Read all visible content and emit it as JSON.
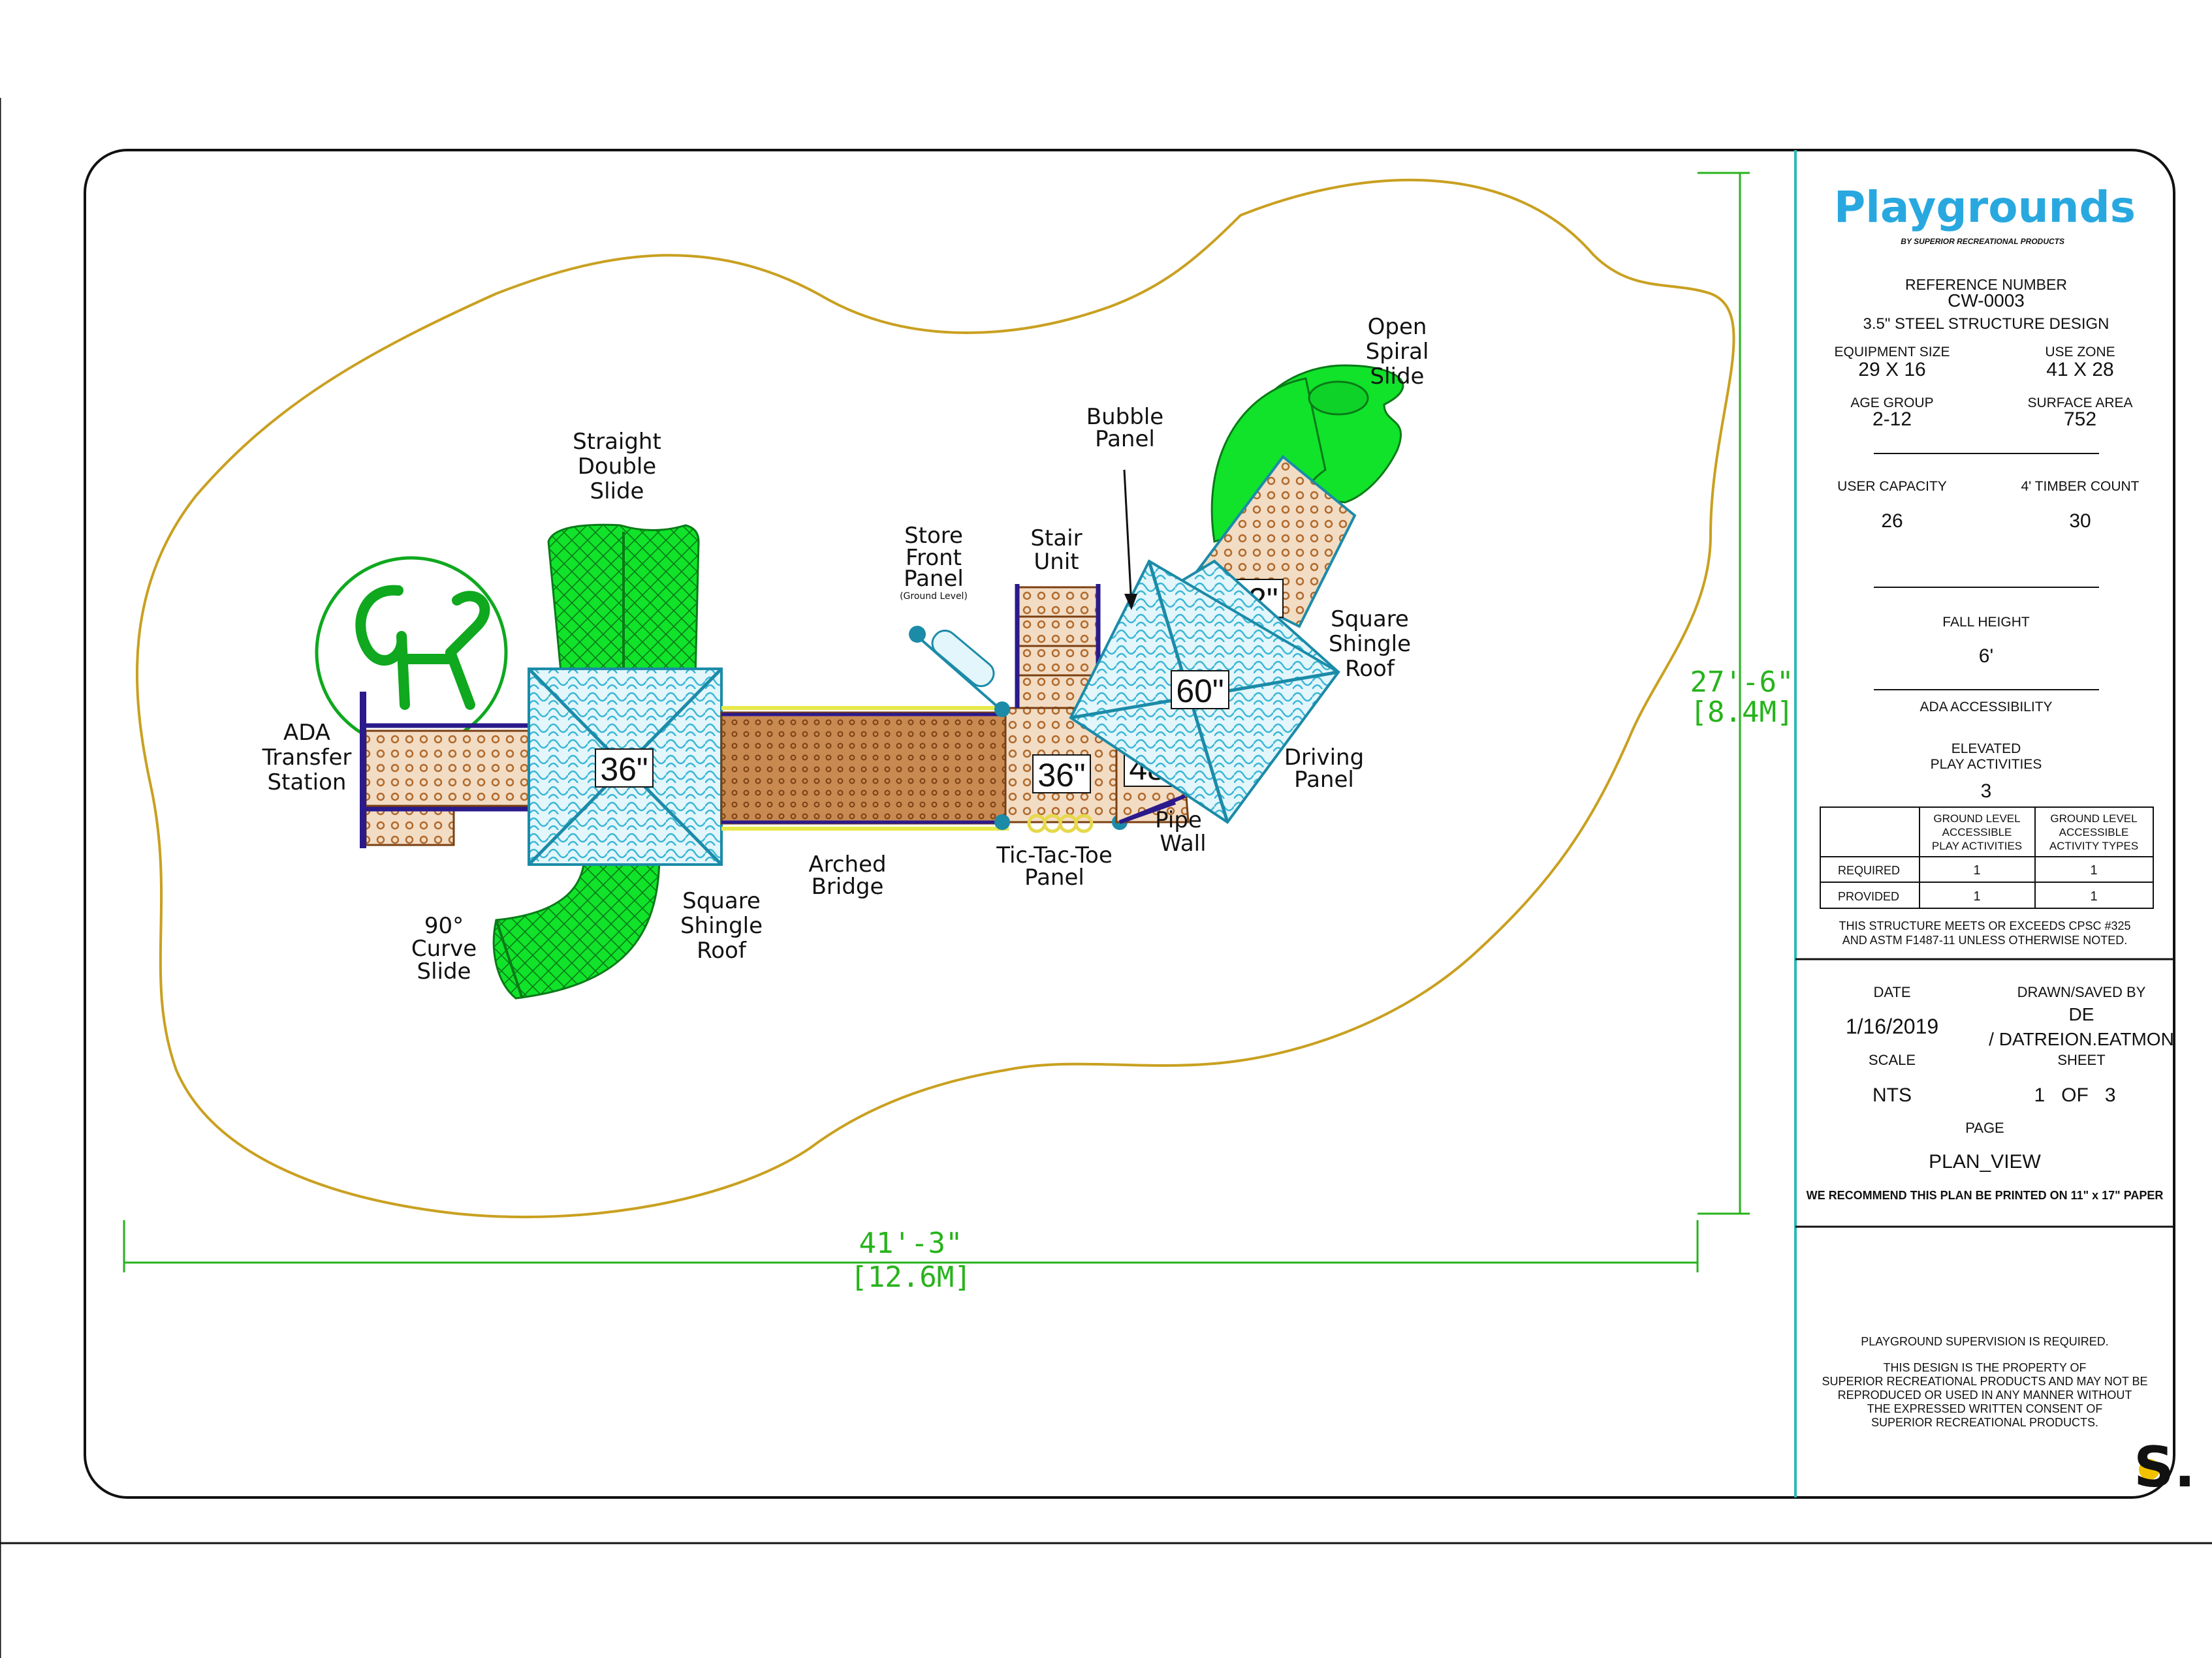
{
  "title_block": {
    "brand": "Playgrounds",
    "brand_sub": "BY SUPERIOR RECREATIONAL PRODUCTS",
    "reference_label": "REFERENCE NUMBER",
    "reference_value": "CW-0003",
    "design": "3.5\" STEEL STRUCTURE DESIGN",
    "equipment_size_label": "EQUIPMENT SIZE",
    "equipment_size_value": "29 X 16",
    "use_zone_label": "USE ZONE",
    "use_zone_value": "41 X 28",
    "age_group_label": "AGE GROUP",
    "age_group_value": "2-12",
    "surface_area_label": "SURFACE AREA",
    "surface_area_value": "752",
    "user_capacity_label": "USER CAPACITY",
    "user_capacity_value": "26",
    "timber_label": "4' TIMBER COUNT",
    "timber_value": "30",
    "fall_height_label": "FALL HEIGHT",
    "fall_height_value": "6'",
    "ada_label": "ADA ACCESSIBILITY",
    "elevated_label_1": "ELEVATED",
    "elevated_label_2": "PLAY ACTIVITIES",
    "elevated_value": "3",
    "table_head_1": [
      "GROUND LEVEL",
      "ACCESSIBLE",
      "PLAY ACTIVITIES"
    ],
    "table_head_2": [
      "GROUND LEVEL",
      "ACCESSIBLE",
      "ACTIVITY TYPES"
    ],
    "table_rows": [
      {
        "label": "REQUIRED",
        "a": "1",
        "b": "1"
      },
      {
        "label": "PROVIDED",
        "a": "1",
        "b": "1"
      }
    ],
    "compliance_1": "THIS STRUCTURE MEETS OR EXCEEDS CPSC #325",
    "compliance_2": "AND ASTM F1487-11 UNLESS OTHERWISE NOTED.",
    "date_label": "DATE",
    "date_value": "1/16/2019",
    "drawn_label": "DRAWN/SAVED BY",
    "drawn_value_1": "DE",
    "drawn_value_2": "/ DATREION.EATMON",
    "scale_label": "SCALE",
    "scale_value": "NTS",
    "sheet_label": "SHEET",
    "sheet_value": "1   OF   3",
    "page_label": "PAGE",
    "page_value": "PLAN_VIEW",
    "print_note": "WE RECOMMEND THIS PLAN BE PRINTED ON 11\" x 17\" PAPER",
    "supervision": "PLAYGROUND SUPERVISION IS REQUIRED.",
    "property_notice": [
      "THIS DESIGN IS THE PROPERTY OF",
      "SUPERIOR RECREATIONAL PRODUCTS AND MAY NOT BE",
      "REPRODUCED OR USED IN ANY MANNER WITHOUT",
      "THE EXPRESSED WRITTEN CONSENT OF",
      "SUPERIOR RECREATIONAL PRODUCTS."
    ],
    "logo_mark": "S."
  },
  "dimensions": {
    "width_imperial": "41'-3\"",
    "width_metric": "[12.6M]",
    "height_imperial": "27'-6\"",
    "height_metric": "[8.4M]"
  },
  "deck_heights": {
    "left_roof": "36\"",
    "center_deck": "36\"",
    "deck_48": "48\"",
    "roof_60": "60\"",
    "slide_72": "72\""
  },
  "labels": {
    "straight_double_slide": [
      "Straight",
      "Double",
      "Slide"
    ],
    "ada_transfer": [
      "ADA",
      "Transfer",
      "Station"
    ],
    "curve_slide": [
      "90°",
      "Curve",
      "Slide"
    ],
    "square_roof_left": [
      "Square",
      "Shingle",
      "Roof"
    ],
    "arched_bridge": [
      "Arched",
      "Bridge"
    ],
    "store_front": [
      "Store",
      "Front",
      "Panel"
    ],
    "store_front_note": "(Ground Level)",
    "stair_unit": [
      "Stair",
      "Unit"
    ],
    "bubble_panel": [
      "Bubble",
      "Panel"
    ],
    "open_spiral": [
      "Open",
      "Spiral",
      "Slide"
    ],
    "square_roof_right": [
      "Square",
      "Shingle",
      "Roof"
    ],
    "driving_panel": [
      "Driving",
      "Panel"
    ],
    "pipe_wall": [
      "Pipe",
      "Wall"
    ],
    "tictactoe": [
      "Tic-Tac-Toe",
      "Panel"
    ]
  },
  "colors": {
    "frame": "#111111",
    "use_zone": "#c9a020",
    "dimension": "#27b31c",
    "slide": "#10e32a",
    "roof": "#3ab7d6",
    "deck": "#b06a2c",
    "post": "#2a1a8c",
    "brand": "#29a8e0"
  }
}
